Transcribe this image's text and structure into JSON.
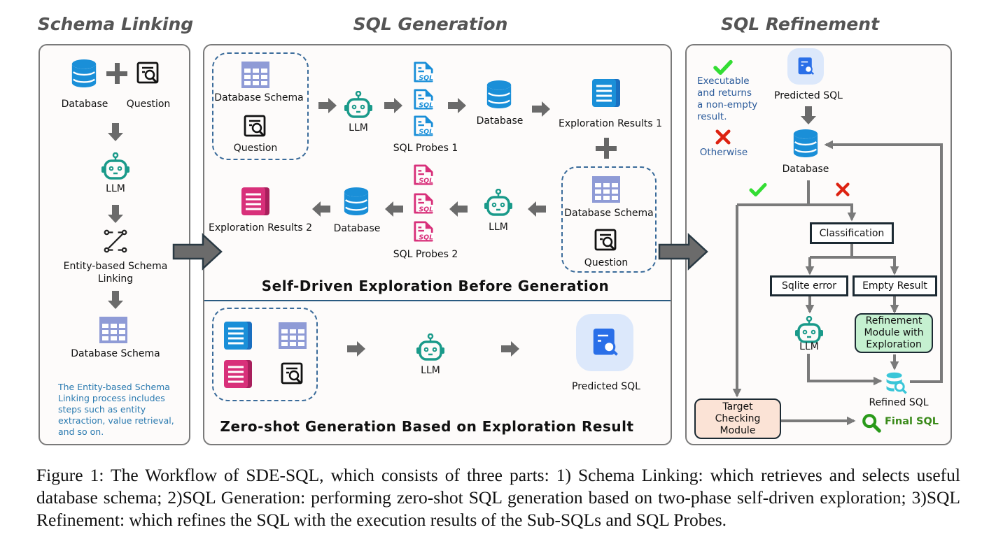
{
  "sections": {
    "schema_linking": "Schema Linking",
    "sql_generation": "SQL Generation",
    "sql_refinement": "SQL Refinement"
  },
  "schema_linking": {
    "database": "Database",
    "question": "Question",
    "llm": "LLM",
    "entity_linking_line1": "Entity-based Schema",
    "entity_linking_line2": "Linking",
    "database_schema": "Database Schema",
    "note": [
      "The Entity-based Schema",
      "Linking process includes",
      "steps such as entity",
      "extraction, value retrieval,",
      "and so on."
    ]
  },
  "exploration": {
    "input_schema": "Database Schema",
    "input_question": "Question",
    "llm1": "LLM",
    "probes1": "SQL Probes 1",
    "database1": "Database",
    "results1": "Exploration Results 1",
    "input2_schema": "Database Schema",
    "input2_question": "Question",
    "llm2": "LLM",
    "probes2": "SQL Probes 2",
    "database2": "Database",
    "results2": "Exploration Results 2",
    "title": "Self-Driven Exploration Before Generation"
  },
  "generation": {
    "llm": "LLM",
    "predicted_sql": "Predicted SQL",
    "title": "Zero-shot Generation Based on Exploration Result"
  },
  "refinement": {
    "legend_ok": [
      "Executable",
      "and returns",
      "a non-empty",
      "result."
    ],
    "legend_fail": "Otherwise",
    "predicted_sql": "Predicted SQL",
    "database": "Database",
    "classification": "Classification",
    "sqlite_error": "Sqlite error",
    "empty_result": "Empty Result",
    "llm": "LLM",
    "refinement_module": [
      "Refinement",
      "Module with",
      "Exploration"
    ],
    "refined_sql": "Refined SQL",
    "target_checking": [
      "Target",
      "Checking",
      "Module"
    ],
    "final_sql": "Final SQL"
  },
  "caption": "Figure 1: The Workflow of SDE-SQL, which consists of three parts: 1) Schema Linking: which retrieves and selects useful database schema; 2)SQL Generation: performing zero-shot SQL generation based on two-phase self-driven exploration; 3)SQL Refinement: which refines the SQL with the execution results of the Sub-SQLs and SQL Probes.",
  "colors": {
    "database": "#1a8fd8",
    "llm": "#1a9a8a",
    "schema": "#8f9bd6",
    "probes1": "#1a8fd8",
    "probes2": "#d8307a",
    "note_text": "#2a7ab0",
    "check": "#33dd33",
    "cross": "#dd2211",
    "final_sql": "#3a8a1a",
    "refinement_module_fill": "#c5f0d0",
    "target_checking_fill": "#fbe3d6"
  }
}
